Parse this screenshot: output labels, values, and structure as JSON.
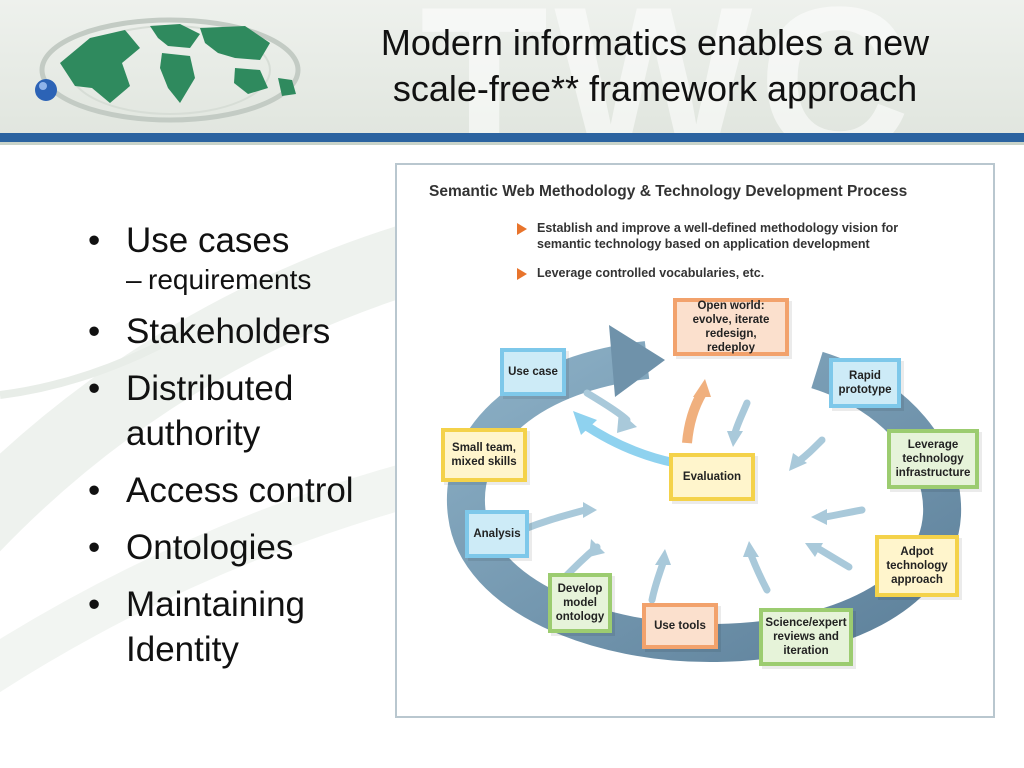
{
  "header": {
    "title_line1": "Modern informatics enables a new",
    "title_line2": "scale-free** framework approach"
  },
  "bullets": {
    "b1": "Use cases",
    "b1_sub": "requirements",
    "b2": "Stakeholders",
    "b3a": "Distributed",
    "b3b": "authority",
    "b4": "Access control",
    "b5": "Ontologies",
    "b6a": "Maintaining",
    "b6b": "Identity",
    "bullet_glyph": "•",
    "sub_glyph": "–"
  },
  "figure": {
    "title": "Semantic Web Methodology & Technology Development Process",
    "point1_line1": "Establish and improve a well-defined methodology vision for",
    "point1_line2": "semantic technology based on application development",
    "point2": "Leverage controlled vocabularies, etc.",
    "boxes": {
      "open_world_1": "Open world:",
      "open_world_2": "evolve, iterate",
      "open_world_3": "redesign, redeploy",
      "rapid_1": "Rapid",
      "rapid_2": "prototype",
      "leverage_1": "Leverage",
      "leverage_2": "technology",
      "leverage_3": "infrastructure",
      "adopt_1": "Adpot",
      "adopt_2": "technology",
      "adopt_3": "approach",
      "science_1": "Science/expert",
      "science_2": "reviews and",
      "science_3": "iteration",
      "use_tools": "Use tools",
      "develop_1": "Develop",
      "develop_2": "model",
      "develop_3": "ontology",
      "analysis": "Analysis",
      "small_team_1": "Small team,",
      "small_team_2": "mixed skills",
      "use_case": "Use case",
      "evaluation": "Evaluation"
    }
  },
  "colors": {
    "header_rule": "#2b63a0",
    "cycle_arrow": "#6f92aa",
    "box_blue": "#7ec8ea",
    "box_orange": "#f2a26c",
    "box_yellow": "#f4d24a",
    "box_green": "#9ccc70",
    "point_triangle": "#e8742c"
  }
}
